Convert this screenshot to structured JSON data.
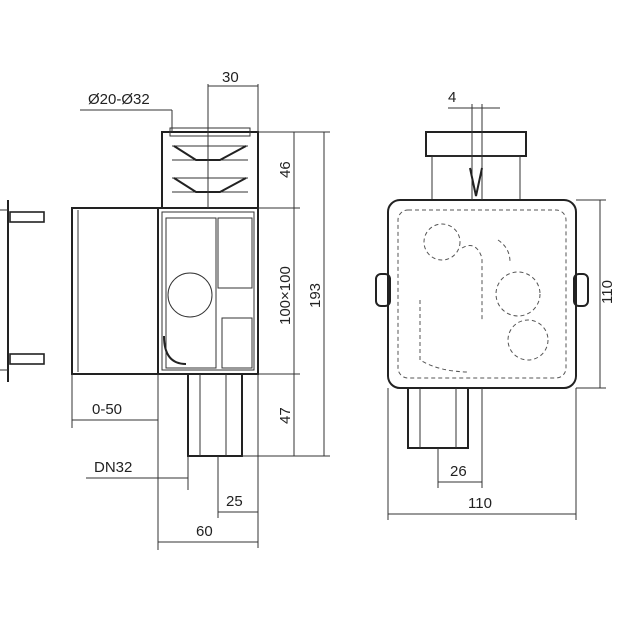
{
  "dimensions": {
    "pipe_diameter": "Ø20-Ø32",
    "top_width": "30",
    "cap_height": "46",
    "box_size": "100×100",
    "total_height": "193",
    "outlet_height": "47",
    "wall_offset": "0-50",
    "outlet_pipe": "DN32",
    "outlet_width": "25",
    "depth": "60",
    "offset_small": "4",
    "outlet_right": "26",
    "width_right": "110",
    "height_right": "110"
  }
}
